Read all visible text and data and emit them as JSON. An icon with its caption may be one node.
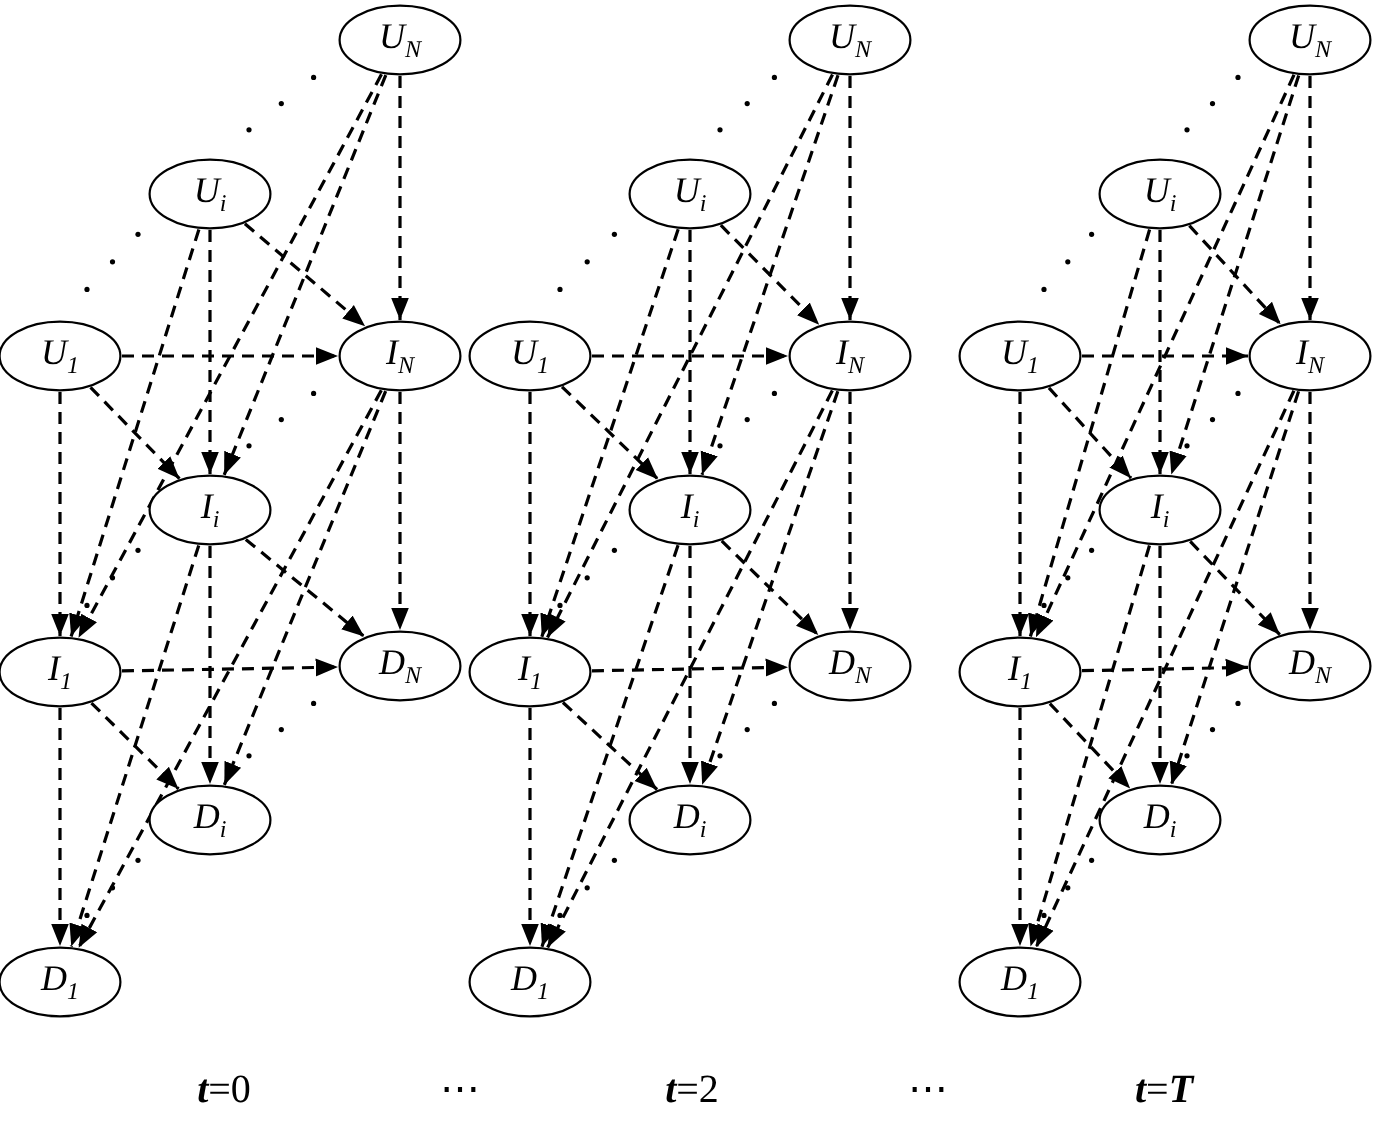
{
  "diagram": {
    "nodes": [
      {
        "text": [
          "*U*$_{N}$"
        ]
      },
      {
        "text": [
          "*U*$_{i}$"
        ]
      },
      {
        "text": [
          "*U*$_{1}$"
        ]
      },
      {
        "text": [
          "*I*$_{N}$"
        ]
      },
      {
        "text": [
          "*I*$_{i}$"
        ]
      },
      {
        "text": [
          "*I*$_{1}$"
        ]
      },
      {
        "text": [
          "*D*$_{N}$"
        ]
      },
      {
        "text": [
          "*D*$_{i}$"
        ]
      },
      {
        "text": [
          "*D*$_{1}$"
        ]
      },
      {
        "text": [
          "*U*$_{N}$"
        ]
      },
      {
        "text": [
          "*U*$_{i}$"
        ]
      },
      {
        "text": [
          "*U*$_{1}$"
        ]
      },
      {
        "text": [
          "*I*$_{N}$"
        ]
      },
      {
        "text": [
          "*I*$_{i}$"
        ]
      },
      {
        "text": [
          "*I*$_{1}$"
        ]
      },
      {
        "text": [
          "*D*$_{N}$"
        ]
      },
      {
        "text": [
          "*D*$_{i}$"
        ]
      },
      {
        "text": [
          "*D*$_{1}$"
        ]
      },
      {
        "text": [
          "*U*$_{N}$"
        ]
      },
      {
        "text": [
          "*U*$_{i}$"
        ]
      },
      {
        "text": [
          "*U*$_{1}$"
        ]
      },
      {
        "text": [
          "*I*$_{N}$"
        ]
      },
      {
        "text": [
          "*I*$_{i}$"
        ]
      },
      {
        "text": [
          "*I*$_{1}$"
        ]
      },
      {
        "text": [
          "*D*$_{N}$"
        ]
      },
      {
        "text": [
          "*D*$_{i}$"
        ]
      },
      {
        "text": [
          "*D*$_{1}$"
        ]
      }
    ],
    "edges": [
      {
        "from": 0,
        "to": 3,
        "arrow": "to",
        "style": "dashed"
      },
      {
        "from": 0,
        "to": 4,
        "arrow": "to",
        "style": "dashed"
      },
      {
        "from": 0,
        "to": 5,
        "arrow": "to",
        "style": "dashed"
      },
      {
        "from": 1,
        "to": 3,
        "arrow": "to",
        "style": "dashed"
      },
      {
        "from": 1,
        "to": 4,
        "arrow": "to",
        "style": "dashed"
      },
      {
        "from": 1,
        "to": 5,
        "arrow": "to",
        "style": "dashed"
      },
      {
        "from": 2,
        "to": 3,
        "arrow": "to",
        "style": "dashed"
      },
      {
        "from": 2,
        "to": 4,
        "arrow": "to",
        "style": "dashed"
      },
      {
        "from": 2,
        "to": 5,
        "arrow": "to",
        "style": "dashed"
      },
      {
        "from": 3,
        "to": 6,
        "arrow": "to",
        "style": "dashed"
      },
      {
        "from": 3,
        "to": 7,
        "arrow": "to",
        "style": "dashed"
      },
      {
        "from": 3,
        "to": 8,
        "arrow": "to",
        "style": "dashed"
      },
      {
        "from": 4,
        "to": 6,
        "arrow": "to",
        "style": "dashed"
      },
      {
        "from": 4,
        "to": 7,
        "arrow": "to",
        "style": "dashed"
      },
      {
        "from": 4,
        "to": 8,
        "arrow": "to",
        "style": "dashed"
      },
      {
        "from": 5,
        "to": 6,
        "arrow": "to",
        "style": "dashed"
      },
      {
        "from": 5,
        "to": 7,
        "arrow": "to",
        "style": "dashed"
      },
      {
        "from": 5,
        "to": 8,
        "arrow": "to",
        "style": "dashed"
      },
      {
        "from": 9,
        "to": 12,
        "arrow": "to",
        "style": "dashed"
      },
      {
        "from": 9,
        "to": 13,
        "arrow": "to",
        "style": "dashed"
      },
      {
        "from": 9,
        "to": 14,
        "arrow": "to",
        "style": "dashed"
      },
      {
        "from": 10,
        "to": 12,
        "arrow": "to",
        "style": "dashed"
      },
      {
        "from": 10,
        "to": 13,
        "arrow": "to",
        "style": "dashed"
      },
      {
        "from": 10,
        "to": 14,
        "arrow": "to",
        "style": "dashed"
      },
      {
        "from": 11,
        "to": 12,
        "arrow": "to",
        "style": "dashed"
      },
      {
        "from": 11,
        "to": 13,
        "arrow": "to",
        "style": "dashed"
      },
      {
        "from": 11,
        "to": 14,
        "arrow": "to",
        "style": "dashed"
      },
      {
        "from": 12,
        "to": 15,
        "arrow": "to",
        "style": "dashed"
      },
      {
        "from": 12,
        "to": 16,
        "arrow": "to",
        "style": "dashed"
      },
      {
        "from": 12,
        "to": 17,
        "arrow": "to",
        "style": "dashed"
      },
      {
        "from": 13,
        "to": 15,
        "arrow": "to",
        "style": "dashed"
      },
      {
        "from": 13,
        "to": 16,
        "arrow": "to",
        "style": "dashed"
      },
      {
        "from": 13,
        "to": 17,
        "arrow": "to",
        "style": "dashed"
      },
      {
        "from": 14,
        "to": 15,
        "arrow": "to",
        "style": "dashed"
      },
      {
        "from": 14,
        "to": 16,
        "arrow": "to",
        "style": "dashed"
      },
      {
        "from": 14,
        "to": 17,
        "arrow": "to",
        "style": "dashed"
      },
      {
        "from": 18,
        "to": 21,
        "arrow": "to",
        "style": "dashed"
      },
      {
        "from": 18,
        "to": 22,
        "arrow": "to",
        "style": "dashed"
      },
      {
        "from": 18,
        "to": 23,
        "arrow": "to",
        "style": "dashed"
      },
      {
        "from": 19,
        "to": 21,
        "arrow": "to",
        "style": "dashed"
      },
      {
        "from": 19,
        "to": 22,
        "arrow": "to",
        "style": "dashed"
      },
      {
        "from": 19,
        "to": 23,
        "arrow": "to",
        "style": "dashed"
      },
      {
        "from": 20,
        "to": 21,
        "arrow": "to",
        "style": "dashed"
      },
      {
        "from": 20,
        "to": 22,
        "arrow": "to",
        "style": "dashed"
      },
      {
        "from": 20,
        "to": 23,
        "arrow": "to",
        "style": "dashed"
      },
      {
        "from": 21,
        "to": 24,
        "arrow": "to",
        "style": "dashed"
      },
      {
        "from": 21,
        "to": 25,
        "arrow": "to",
        "style": "dashed"
      },
      {
        "from": 21,
        "to": 26,
        "arrow": "to",
        "style": "dashed"
      },
      {
        "from": 22,
        "to": 24,
        "arrow": "to",
        "style": "dashed"
      },
      {
        "from": 22,
        "to": 25,
        "arrow": "to",
        "style": "dashed"
      },
      {
        "from": 22,
        "to": 26,
        "arrow": "to",
        "style": "dashed"
      },
      {
        "from": 23,
        "to": 24,
        "arrow": "to",
        "style": "dashed"
      },
      {
        "from": 23,
        "to": 25,
        "arrow": "to",
        "style": "dashed"
      },
      {
        "from": 23,
        "to": 26,
        "arrow": "to",
        "style": "dashed"
      }
    ],
    "labels": [
      "**t**=0",
      "⋯",
      "**t**=2",
      "⋯",
      "**t**=**T**"
    ]
  }
}
